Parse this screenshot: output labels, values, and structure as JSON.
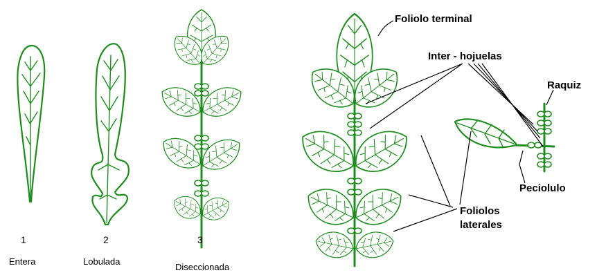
{
  "figures": [
    {
      "number": "1",
      "caption": "Entera"
    },
    {
      "number": "2",
      "caption": "Lobulada"
    },
    {
      "number": "3",
      "caption": "Diseccionada"
    }
  ],
  "labels": {
    "terminal": "Foliolo terminal",
    "inter": "Inter - hojuelas",
    "raquiz": "Raquiz",
    "peciolulo": "Peciolulo",
    "laterales_line1": "Foliolos",
    "laterales_line2": "laterales"
  },
  "colors": {
    "leaf_outline": "#1e8c1e",
    "background": "#ffffff",
    "text": "#000000"
  }
}
